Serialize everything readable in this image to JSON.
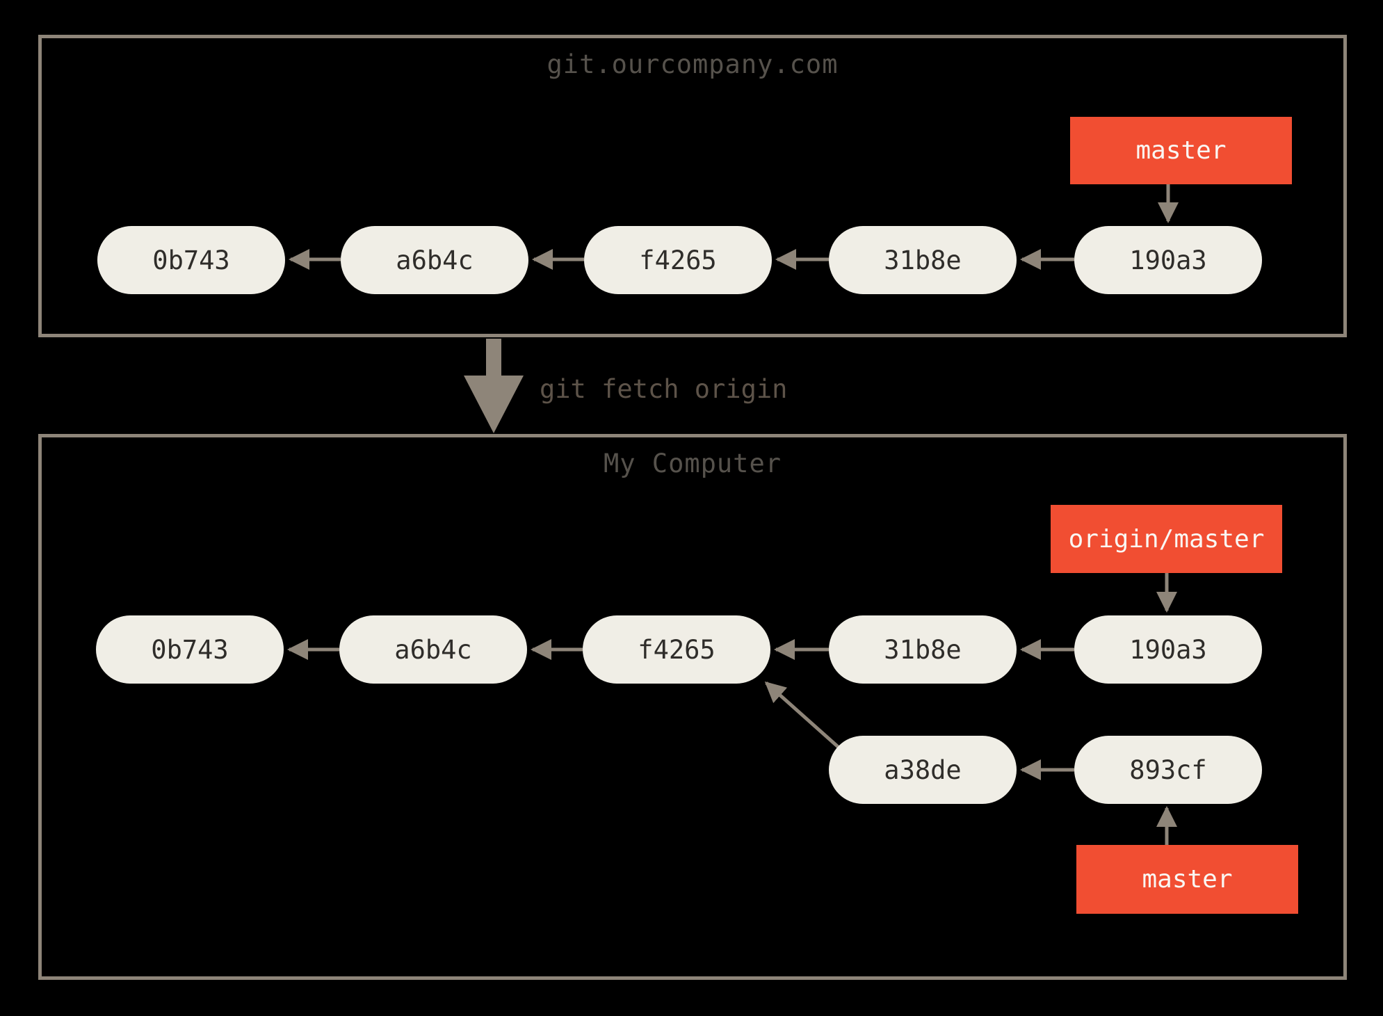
{
  "colors": {
    "background": "#000000",
    "accent_red": "#F14E32",
    "node_fill": "#F0EEE6",
    "line_gray": "#8E8579",
    "node_text": "#2F2D2A",
    "label_text": "#FAF7F3",
    "title_text": "#56524C"
  },
  "remote": {
    "title": "git.ourcompany.com",
    "branch_label": "master",
    "commits": [
      {
        "id": "0b743"
      },
      {
        "id": "a6b4c"
      },
      {
        "id": "f4265"
      },
      {
        "id": "31b8e"
      },
      {
        "id": "190a3"
      }
    ]
  },
  "fetch": {
    "command": "git fetch origin"
  },
  "local": {
    "title": "My Computer",
    "remote_branch_label": "origin/master",
    "branch_label": "master",
    "main_commits": [
      {
        "id": "0b743"
      },
      {
        "id": "a6b4c"
      },
      {
        "id": "f4265"
      },
      {
        "id": "31b8e"
      },
      {
        "id": "190a3"
      }
    ],
    "branch_commits": [
      {
        "id": "a38de"
      },
      {
        "id": "893cf"
      }
    ]
  }
}
